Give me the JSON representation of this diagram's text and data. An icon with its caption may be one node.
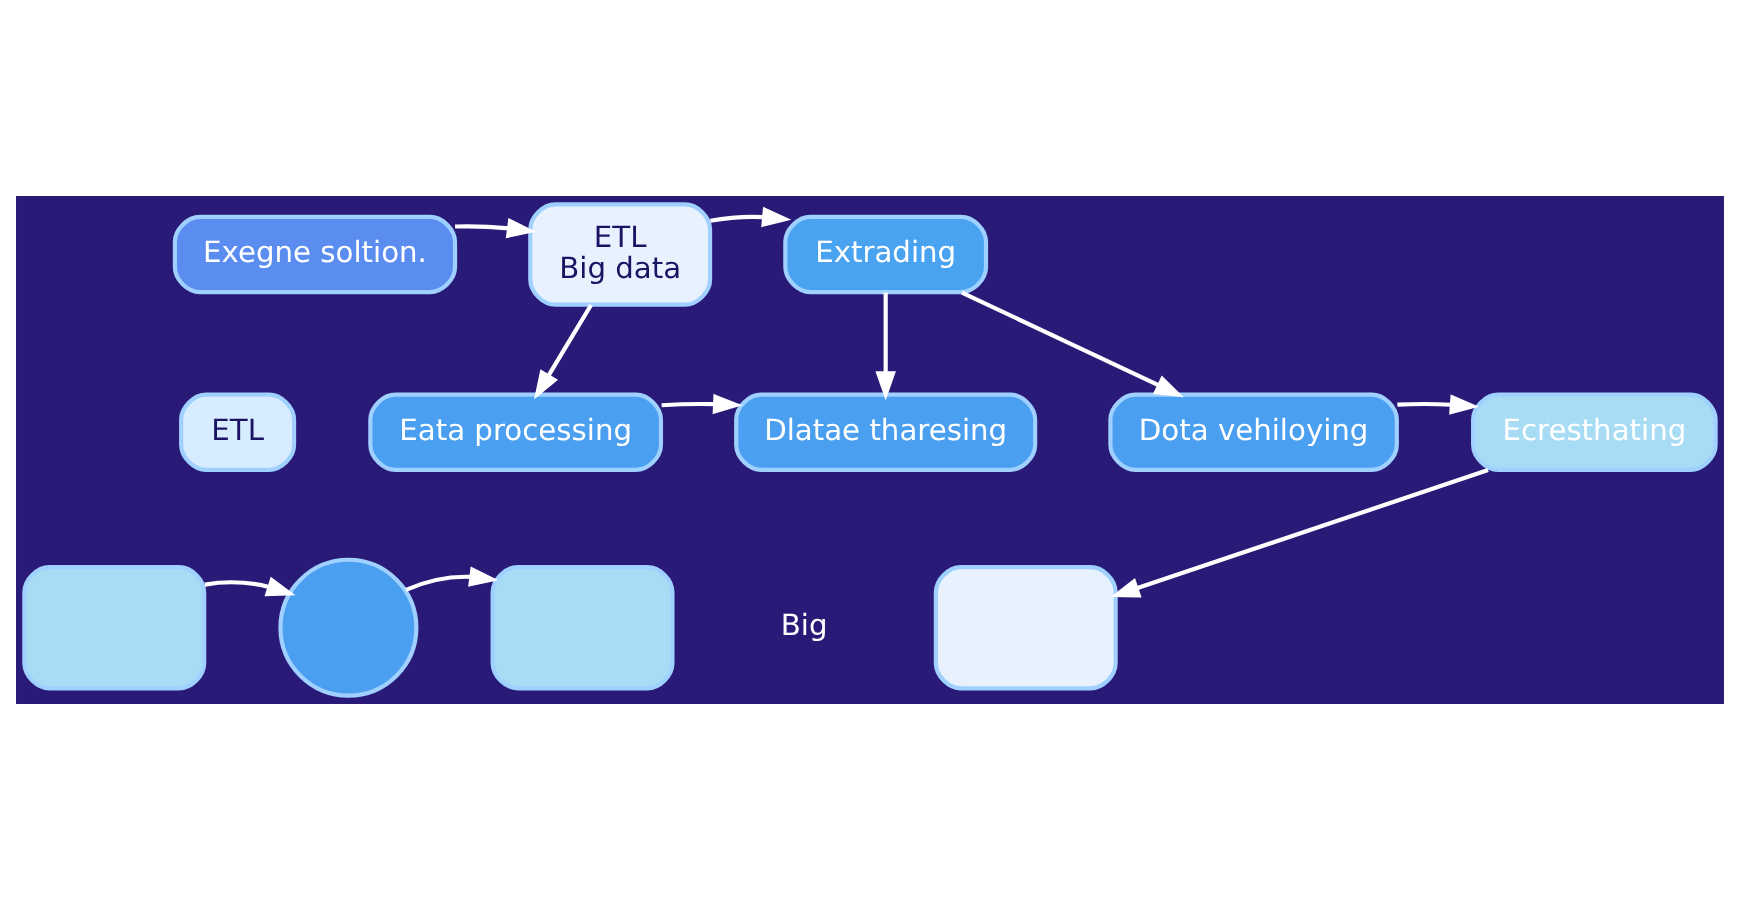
{
  "diagram": {
    "nodes": [
      {
        "text": [
          "Exegne soltion."
        ]
      },
      {
        "text": [
          "ETL",
          "Big data"
        ]
      },
      {
        "text": [
          "Extrading"
        ]
      },
      {
        "text": [
          "ETL"
        ]
      },
      {
        "text": [
          "Eata processing"
        ]
      },
      {
        "text": [
          "Dlatae tharesing"
        ]
      },
      {
        "text": [
          "Dota vehiloying"
        ]
      },
      {
        "text": [
          "Ecresthating"
        ]
      },
      {
        "text": [],
        "shape": "box"
      },
      {
        "text": [],
        "shape": "circle"
      },
      {
        "text": [],
        "shape": "box"
      },
      {
        "text": [],
        "shape": "box"
      }
    ],
    "edges": [
      {
        "from": 0,
        "to": 1,
        "arrow": "to"
      },
      {
        "from": 1,
        "to": 2,
        "arrow": "to"
      },
      {
        "from": 1,
        "to": 4,
        "arrow": "to"
      },
      {
        "from": 2,
        "to": 5,
        "arrow": "to"
      },
      {
        "from": 2,
        "to": 6,
        "arrow": "to"
      },
      {
        "from": 4,
        "to": 5,
        "arrow": "to"
      },
      {
        "from": 6,
        "to": 7,
        "arrow": "to"
      },
      {
        "from": 8,
        "to": 9,
        "arrow": "to"
      },
      {
        "from": 9,
        "to": 10,
        "arrow": "to"
      },
      {
        "from": 7,
        "to": 11,
        "arrow": "to"
      }
    ],
    "labels": [
      "Big"
    ]
  }
}
